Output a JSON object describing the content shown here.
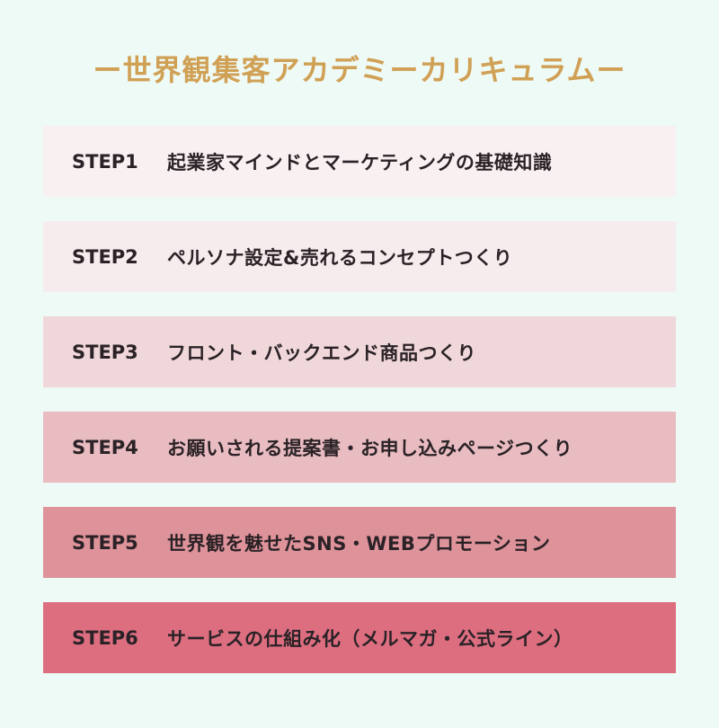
{
  "title": "ー世界観集客アカデミーカリキュラムー",
  "steps": [
    {
      "label": "STEP1",
      "title": "起業家マインドとマーケティングの基礎知識",
      "bg": "#f8f0f1"
    },
    {
      "label": "STEP2",
      "title": "ペルソナ設定&売れるコンセプトつくり",
      "bg": "#f7eced"
    },
    {
      "label": "STEP3",
      "title": "フロント・バックエンド商品つくり",
      "bg": "#f0d7da"
    },
    {
      "label": "STEP4",
      "title": "お願いされる提案書・お申し込みページつくり",
      "bg": "#e8bcc1"
    },
    {
      "label": "STEP5",
      "title": "世界観を魅せたSNS・WEBプロモーション",
      "bg": "#de929a"
    },
    {
      "label": "STEP6",
      "title": "サービスの仕組み化（メルマガ・公式ライン）",
      "bg": "#dc6e80"
    }
  ],
  "colors": {
    "background": "#eefaf5",
    "title": "#d0a055",
    "text": "#2a2226"
  }
}
